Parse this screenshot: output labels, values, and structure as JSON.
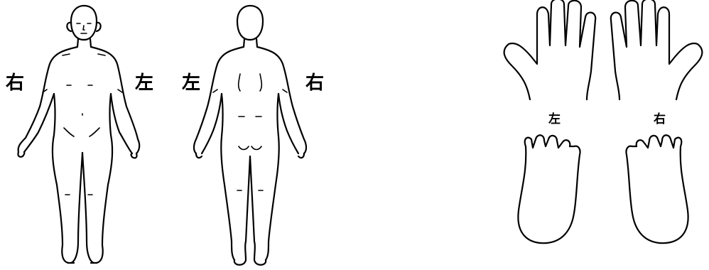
{
  "labels": {
    "front_right": "右",
    "front_left": "左",
    "back_left": "左",
    "back_right": "右",
    "hand_left": "左",
    "hand_right": "右"
  },
  "colors": {
    "line": "#000000",
    "background": "#ffffff"
  },
  "icons": [
    "body-front-icon",
    "body-back-icon",
    "left-hand-icon",
    "right-hand-icon",
    "left-foot-icon",
    "right-foot-icon"
  ]
}
